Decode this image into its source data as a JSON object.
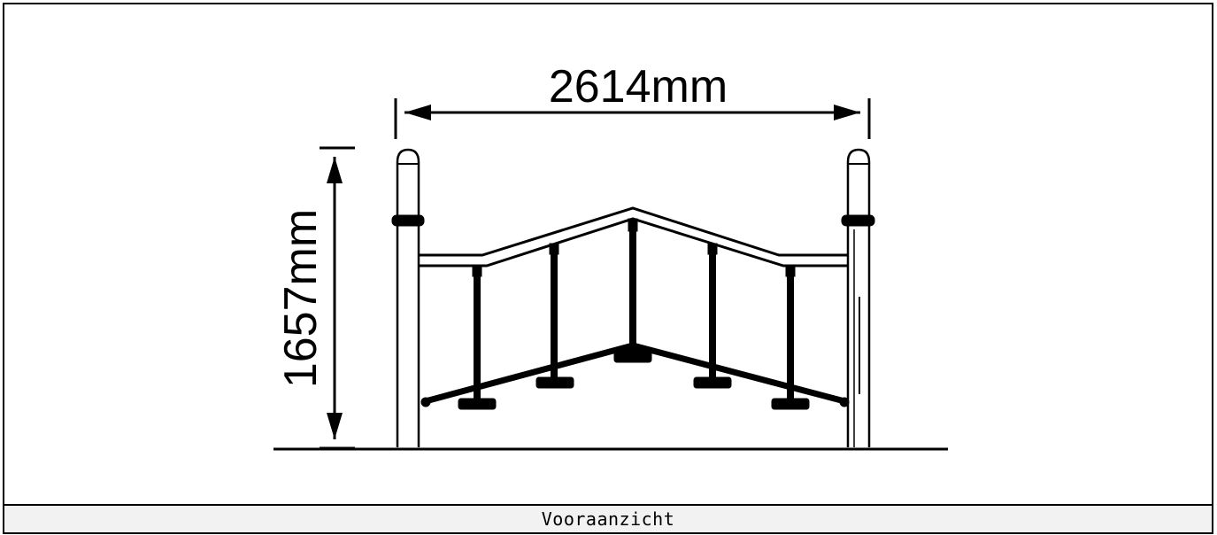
{
  "drawing": {
    "width_dimension": "2614mm",
    "height_dimension": "1657mm"
  },
  "caption": {
    "view_label": "Vooraanzicht"
  }
}
